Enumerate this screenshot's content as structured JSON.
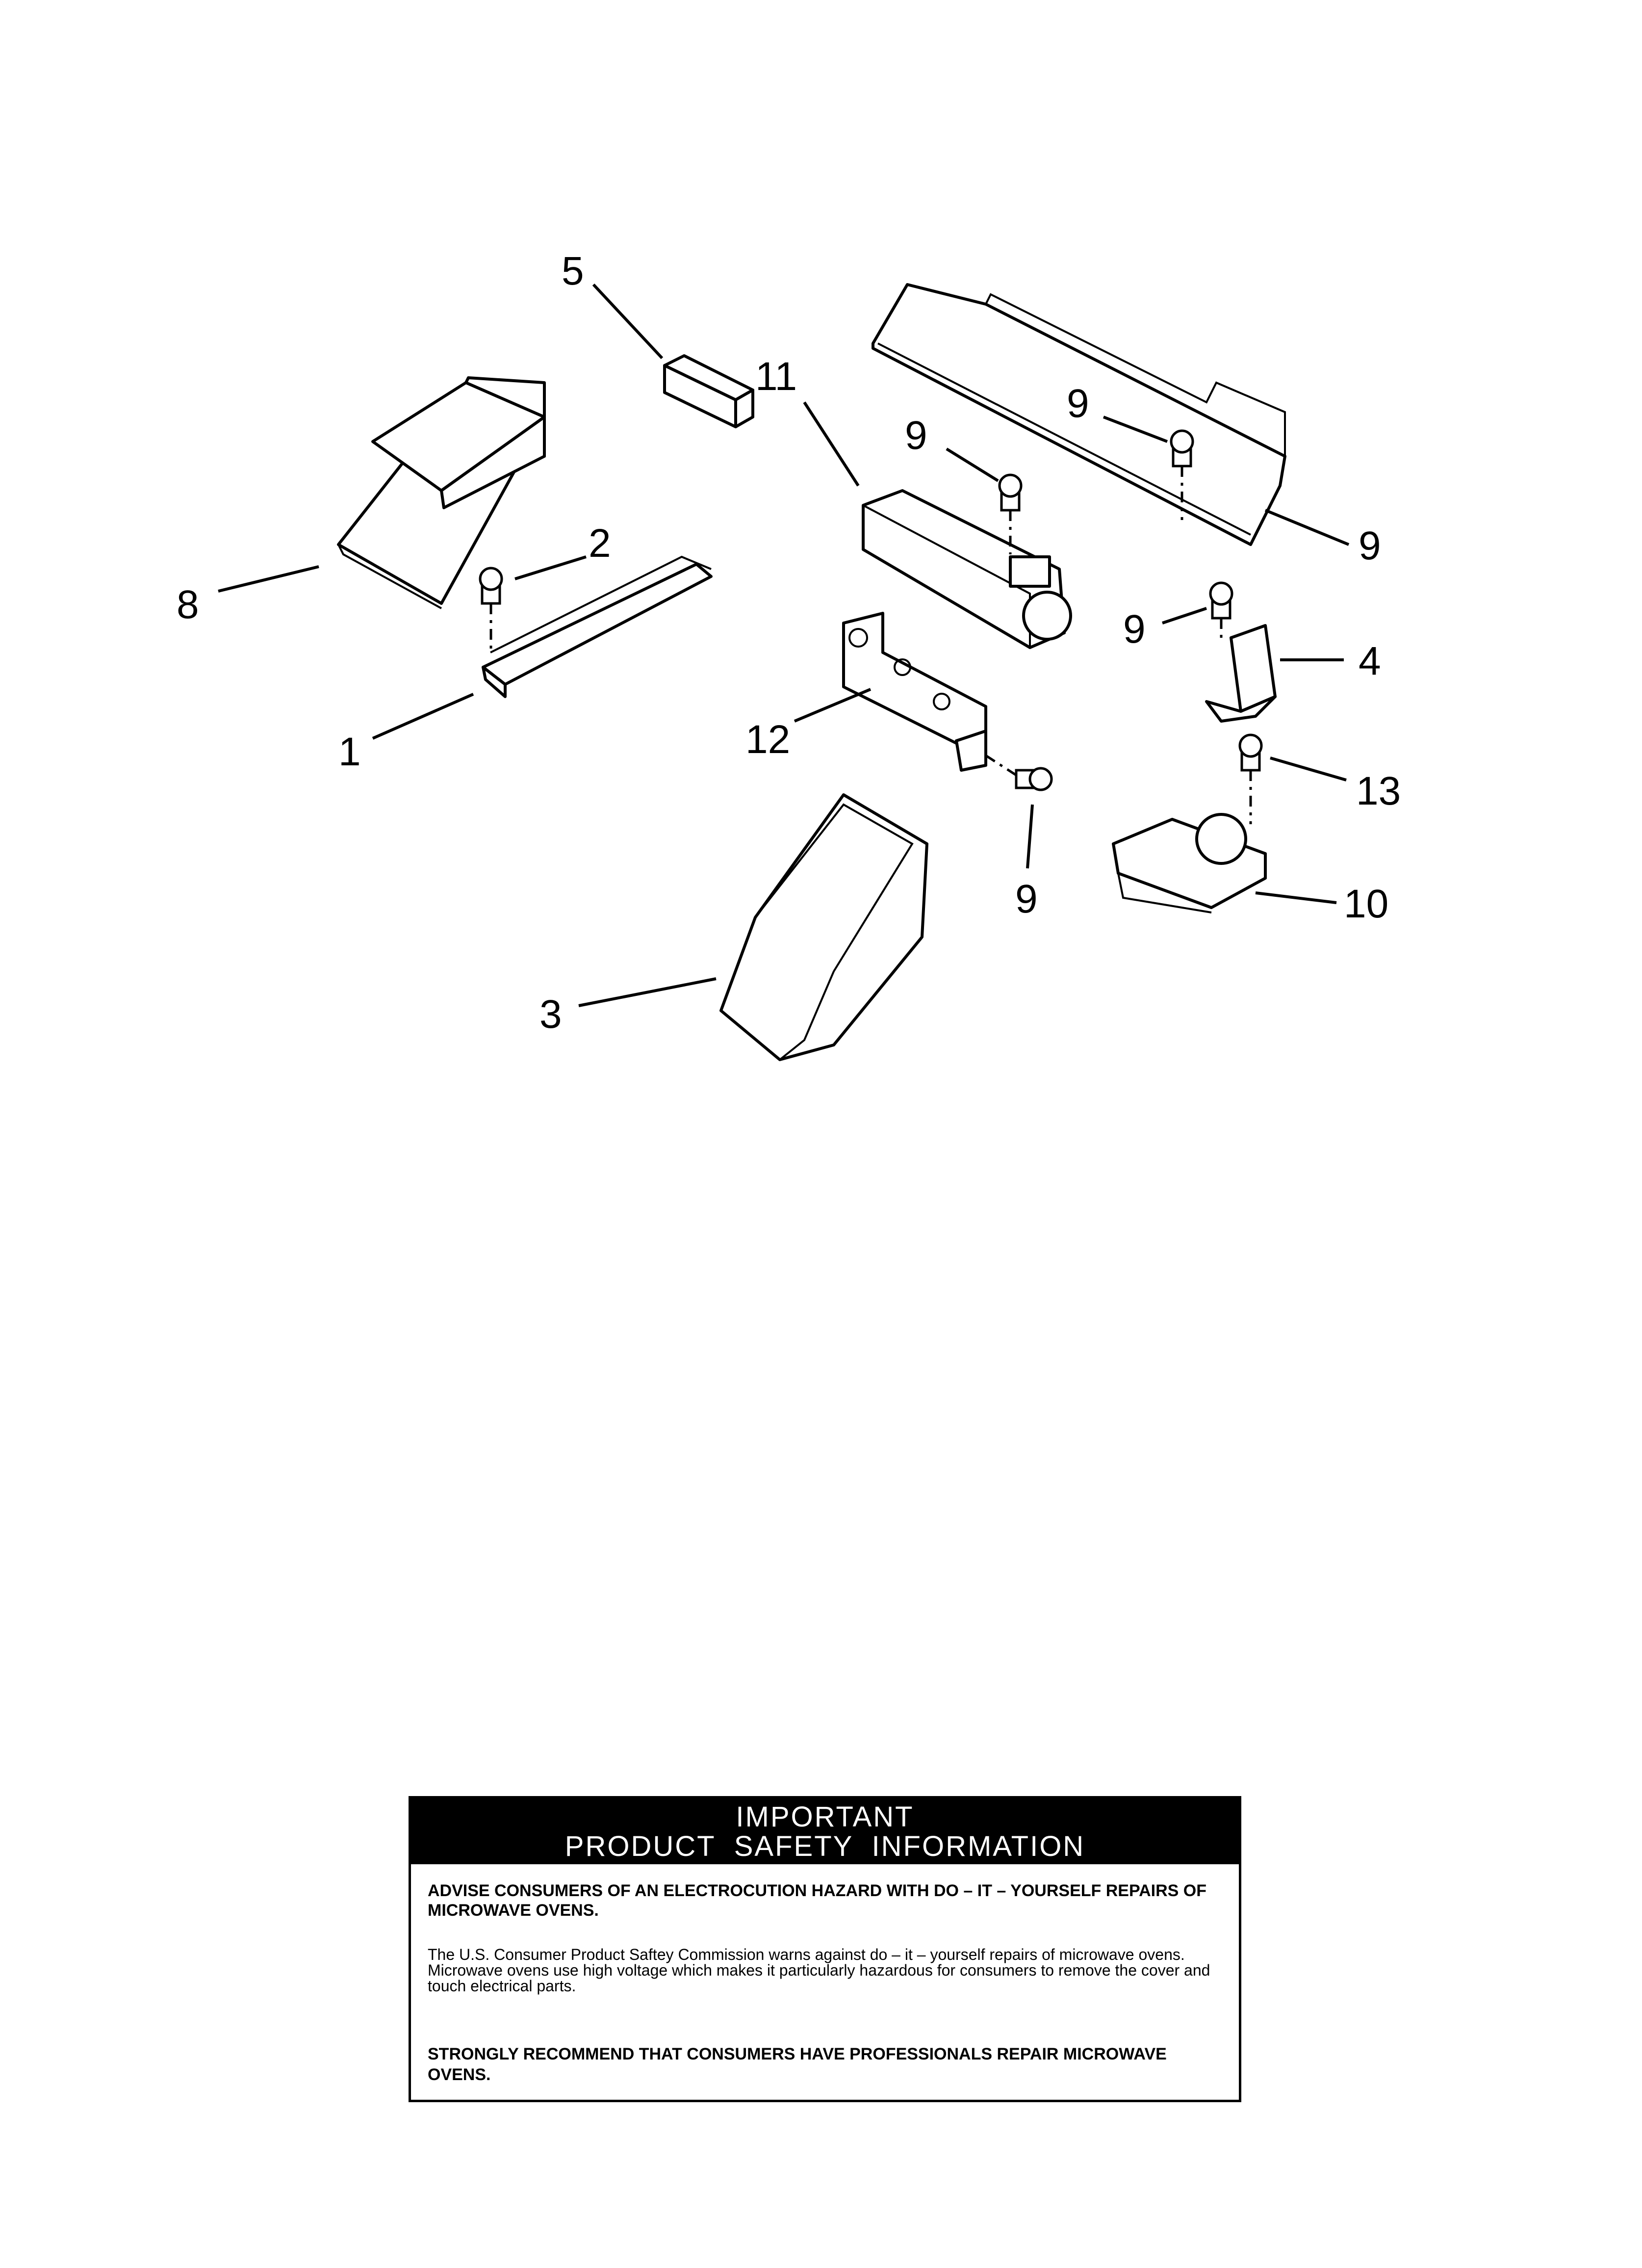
{
  "callouts": [
    {
      "id": "c5",
      "label": "5"
    },
    {
      "id": "c11",
      "label": "11"
    },
    {
      "id": "c9a",
      "label": "9"
    },
    {
      "id": "c9b",
      "label": "9"
    },
    {
      "id": "c9c",
      "label": "9"
    },
    {
      "id": "c8",
      "label": "8"
    },
    {
      "id": "c2",
      "label": "2"
    },
    {
      "id": "c9d",
      "label": "9"
    },
    {
      "id": "c4",
      "label": "4"
    },
    {
      "id": "c1",
      "label": "1"
    },
    {
      "id": "c12",
      "label": "12"
    },
    {
      "id": "c13",
      "label": "13"
    },
    {
      "id": "c9e",
      "label": "9"
    },
    {
      "id": "c10",
      "label": "10"
    },
    {
      "id": "c3",
      "label": "3"
    }
  ],
  "safety": {
    "header_line1": "IMPORTANT",
    "header_line2": "PRODUCT  SAFETY  INFORMATION",
    "warning": "ADVISE CONSUMERS OF AN ELECTROCUTION HAZARD WITH DO – IT – YOURSELF REPAIRS OF MICROWAVE OVENS.",
    "body": "The U.S. Consumer Product Saftey Commission warns against do – it – yourself repairs of microwave ovens. Microwave ovens use high voltage which makes it particularly hazardous for consumers to remove the cover and touch electrical parts.",
    "recommendation": "STRONGLY RECOMMEND THAT CONSUMERS HAVE PROFESSIONALS REPAIR MICROWAVE OVENS."
  }
}
